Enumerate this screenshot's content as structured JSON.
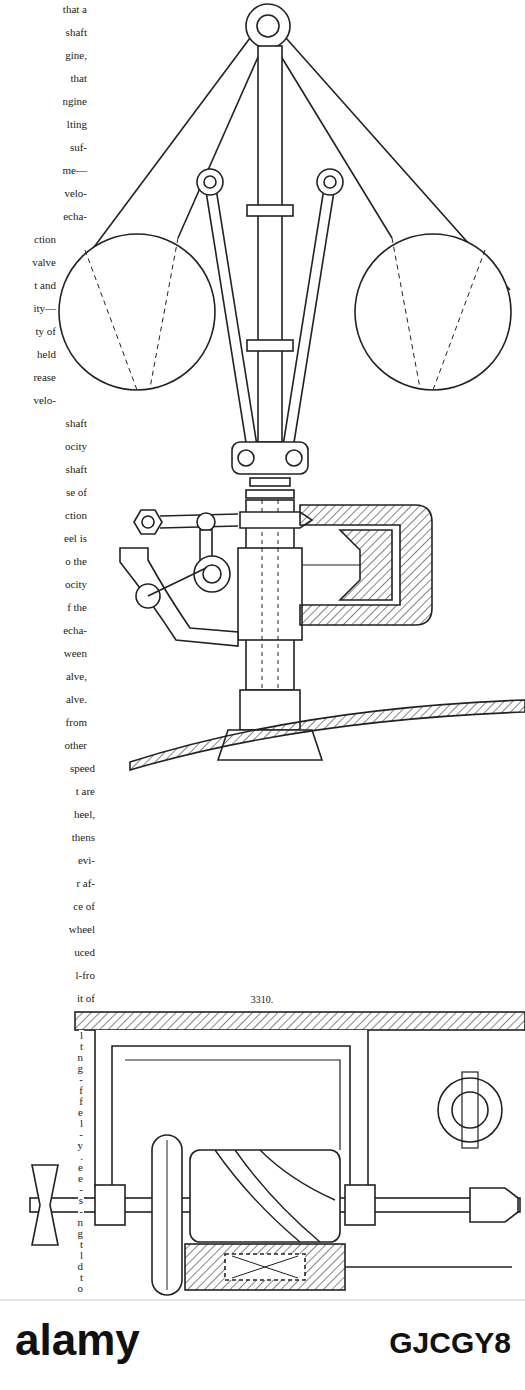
{
  "diagram": {
    "labels": [
      "that a",
      "shaft",
      "gine,",
      "that",
      "ngine",
      "lting",
      "suf-",
      "me—",
      "velo-",
      "echa-",
      "ction",
      "valve",
      "t and",
      "ity—",
      "ty of",
      "held",
      "rease",
      "velo-",
      "shaft",
      "ocity",
      "shaft",
      "se of",
      "ction",
      "eel is",
      "o the",
      "ocity",
      "f the",
      "echa-",
      "ween",
      "alve,",
      "alve.",
      "from",
      "other",
      "speed",
      "t are",
      "heel,",
      "thens",
      "evi-",
      "r af-",
      "ce of",
      "wheel",
      "uced",
      "l-fro",
      "it of",
      "l",
      "t",
      "n",
      "g",
      "-",
      "f",
      "f",
      "e",
      "l",
      "-",
      "y",
      ".",
      "e",
      "e",
      "-",
      "s",
      "-",
      "n",
      "g",
      "t",
      "l",
      "d",
      "t",
      "o",
      "3310.",
      "alamy",
      "GJCGY8"
    ]
  }
}
